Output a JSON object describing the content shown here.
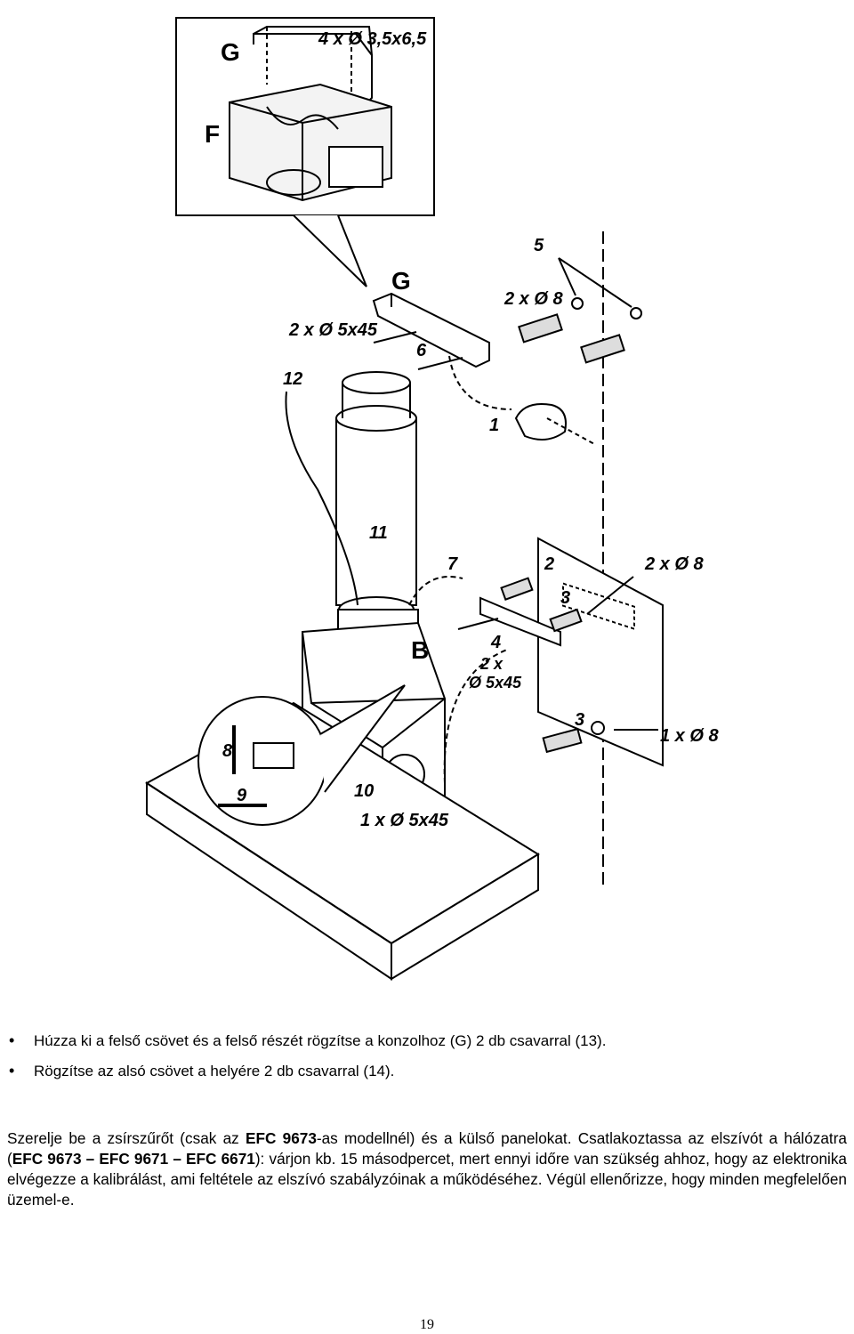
{
  "figure": {
    "inset_labels": {
      "G": "G",
      "F": "F",
      "screws_top": "4 x Ø 3,5x6,5"
    },
    "callouts": {
      "n5": "5",
      "G": "G",
      "plug_top": "2 x Ø 8",
      "screw_top": "2 x Ø 5x45",
      "n6": "6",
      "n12": "12",
      "n1": "1",
      "n11": "11",
      "n7": "7",
      "n2": "2",
      "plug_right": "2 x Ø 8",
      "n3a": "3",
      "B": "B",
      "n4": "4",
      "screw_mid_a": "2 x",
      "screw_mid_b": "Ø 5x45",
      "n3b": "3",
      "plug_bottom": "1 x Ø 8",
      "n8": "8",
      "n9": "9",
      "n10": "10",
      "screw_bottom": "1 x Ø 5x45"
    }
  },
  "bullets": [
    "Húzza ki a felső csövet és a felső részét rögzítse a konzolhoz (G) 2 db csavarral (13).",
    "Rögzítse az alsó csövet a helyére 2 db csavarral (14)."
  ],
  "paragraph": {
    "p1": "Szerelje be a zsírszűrőt (csak az ",
    "b1": "EFC 9673",
    "p2": "-as modellnél) és a külső panelokat. Csatlakoztassa az elszívót a hálózatra (",
    "b2": "EFC 9673 – EFC 9671 – EFC 6671",
    "p3": "): várjon kb. 15 másodpercet, mert ennyi időre van szükség ahhoz, hogy az elektronika elvégezze a kalibrálást, ami feltétele az elszívó szabályzóinak a működéséhez. Végül ellenőrizze, hogy minden megfelelően üzemel-e."
  },
  "page_number": "19"
}
